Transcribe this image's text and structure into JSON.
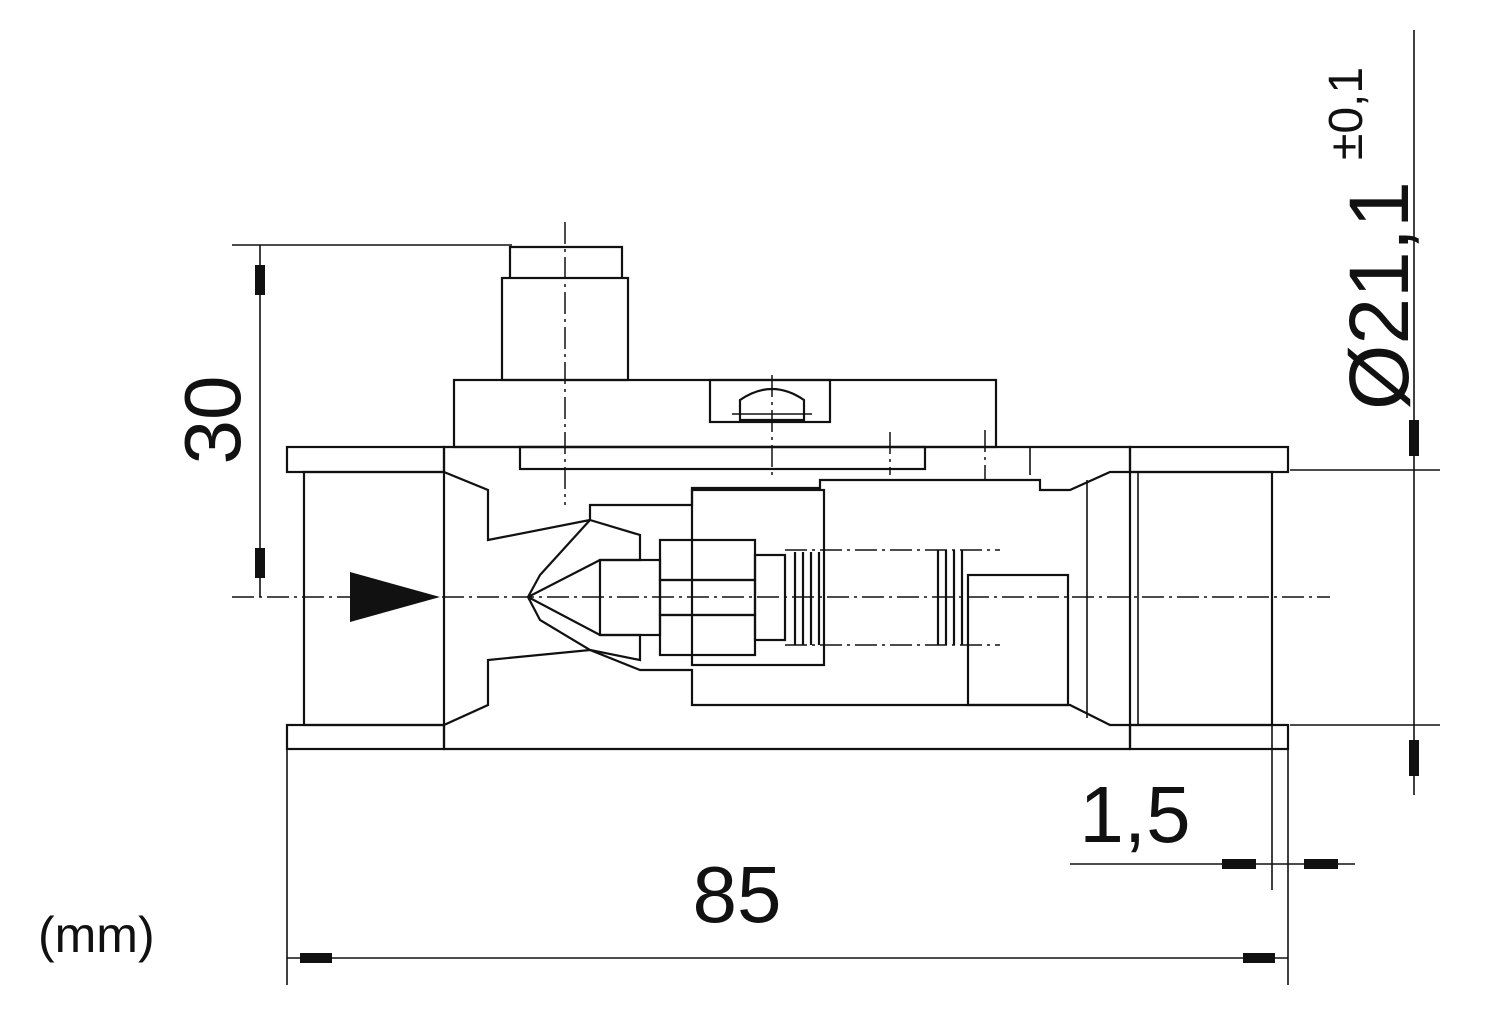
{
  "diagram": {
    "units_label": "(mm)",
    "dimensions": {
      "overall_length": "85",
      "height": "30",
      "wall_offset": "1,5",
      "diameter": "Ø21,1",
      "diameter_tolerance": "±0,1"
    },
    "colors": {
      "line": "#111111",
      "background": "#ffffff"
    }
  }
}
